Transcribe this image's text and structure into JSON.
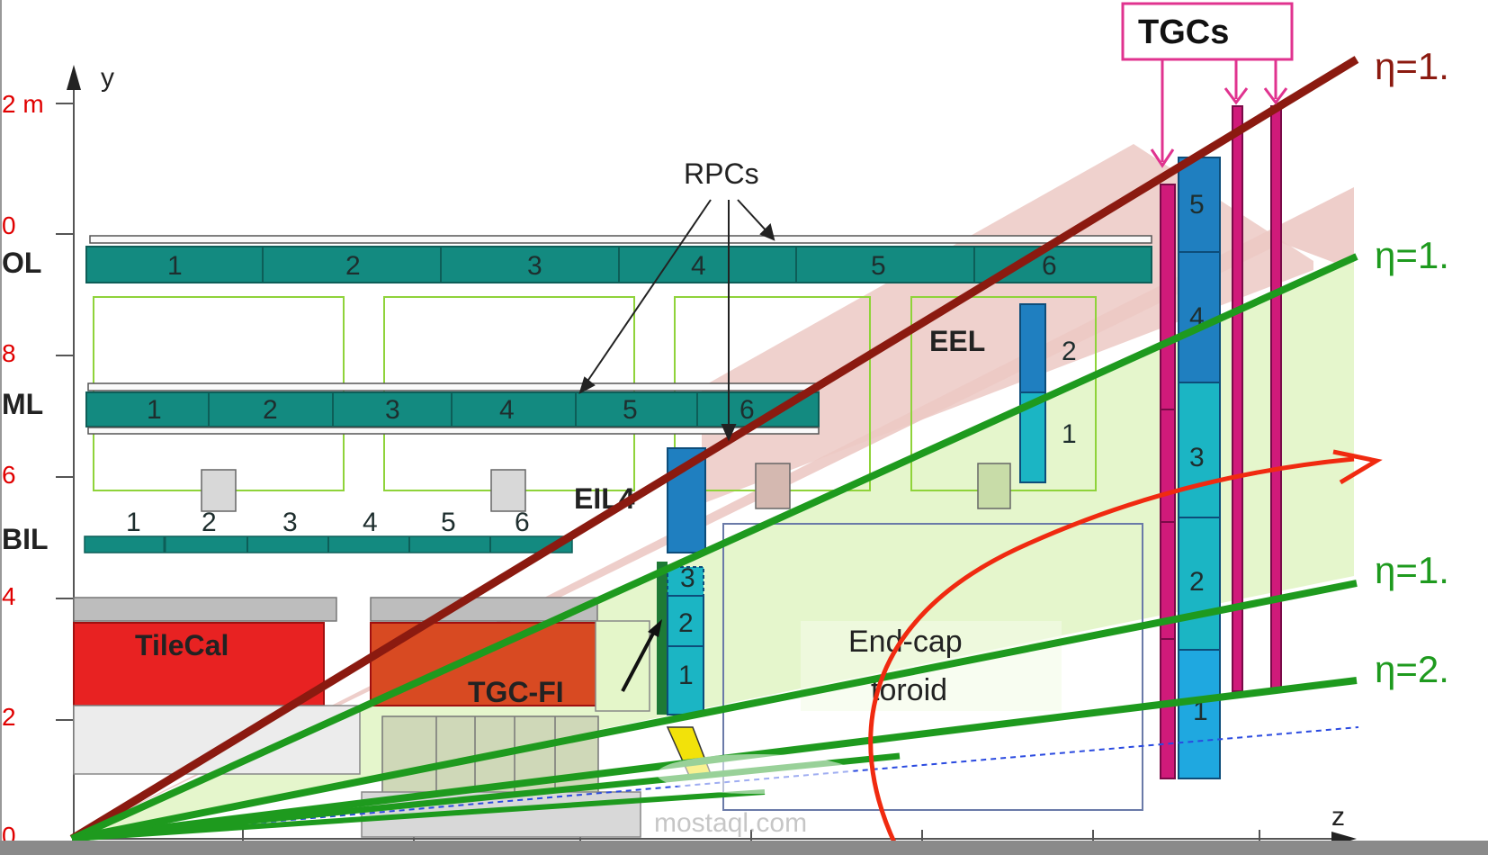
{
  "axes": {
    "y_label": "y",
    "z_label": "z",
    "y_ticks": [
      "2 m",
      "0",
      "8",
      "6",
      "4",
      "2",
      "0"
    ]
  },
  "stations": {
    "bol": "OL",
    "bml": "ML",
    "bil": "BIL",
    "eel": "EEL",
    "eil4": "EIL4",
    "tilecal": "TileCal",
    "tgc_fi": "TGC-FI",
    "endcap_line1": "End-cap",
    "endcap_line2": "toroid"
  },
  "segments": {
    "bol": [
      "1",
      "2",
      "3",
      "4",
      "5",
      "6"
    ],
    "bml": [
      "1",
      "2",
      "3",
      "4",
      "5",
      "6"
    ],
    "bil": [
      "1",
      "2",
      "3",
      "4",
      "5",
      "6"
    ],
    "eel": [
      "2",
      "1"
    ],
    "small_wheel": [
      "3",
      "2",
      "1"
    ],
    "big_wheel": [
      "5",
      "4",
      "3",
      "2",
      "1"
    ]
  },
  "callouts": {
    "rpcs": "RPCs",
    "tgcs": "TGCs"
  },
  "eta_lines": [
    {
      "label": "η=1.",
      "color": "#8b1a10"
    },
    {
      "label": "η=1.",
      "color": "#1e9a1e"
    },
    {
      "label": "η=1.",
      "color": "#1e9a1e"
    },
    {
      "label": "η=2.",
      "color": "#1e9a1e"
    }
  ],
  "watermark": {
    "text": "mostaql.com"
  },
  "colors": {
    "teal": "#138a80",
    "blue": "#1f7fc0",
    "cyan": "#1bb5c4",
    "magenta": "#d01a7a",
    "pink": "#e0338f",
    "maroon": "#8b1a10",
    "green": "#1e9a1e",
    "red_curve": "#f02a10",
    "tilecal_red": "#e82222"
  }
}
